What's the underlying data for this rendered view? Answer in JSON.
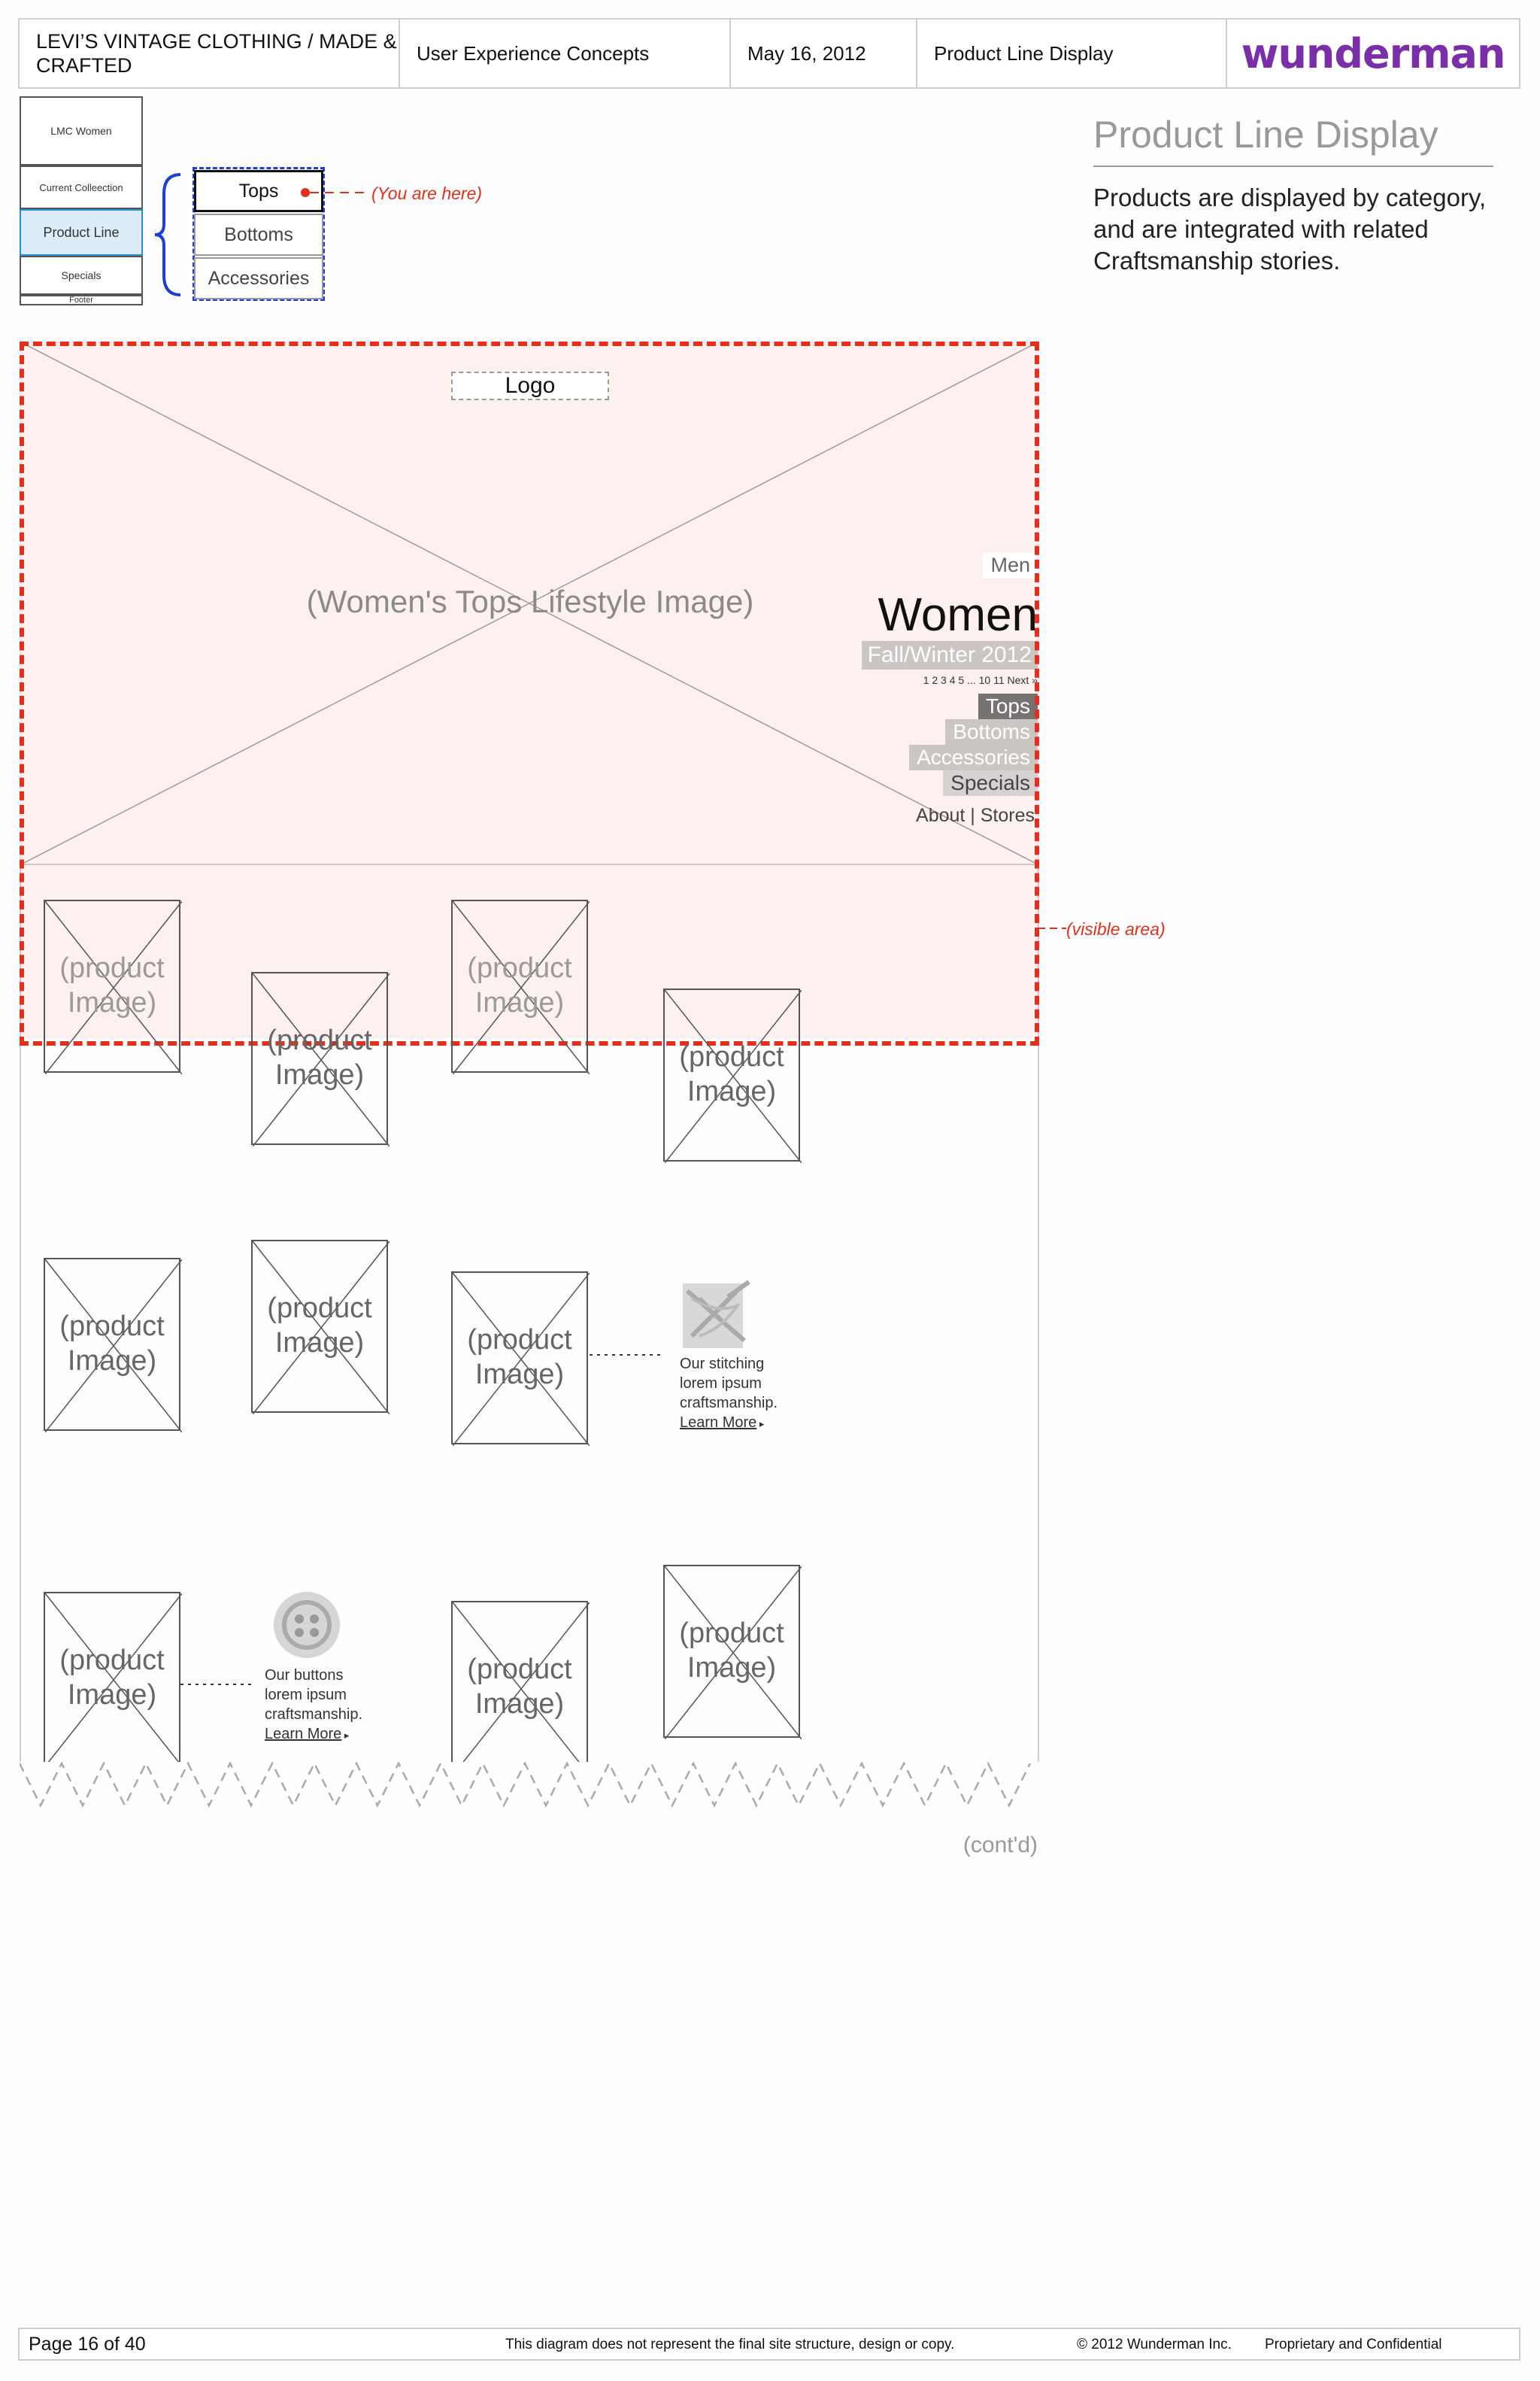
{
  "header": {
    "client": "LEVI’S VINTAGE CLOTHING / MADE & CRAFTED",
    "project": "User Experience Concepts",
    "date": "May 16, 2012",
    "page_title": "Product Line Display",
    "agency": "wunderman"
  },
  "sitemap": {
    "items": [
      "LMC Women",
      "Current Colleection",
      "Product Line",
      "Specials",
      "Footer"
    ],
    "sub_items": [
      "Tops",
      "Bottoms",
      "Accessories"
    ],
    "you_are_here": "(You are here)"
  },
  "description": {
    "title": "Product Line Display",
    "body": "Products are displayed by category, and are integrated with related Craftsmanship stories."
  },
  "hero": {
    "logo": "Logo",
    "image_label": "(Women's Tops Lifestyle Image)",
    "nav": {
      "men": "Men",
      "women": "Women",
      "season": "Fall/Winter 2012",
      "pagination": "1  2  3  4  5  ... 10  11  Next »",
      "tops": "Tops",
      "bottoms": "Bottoms",
      "accessories": "Accessories",
      "specials": "Specials",
      "about_stores": "About | Stores"
    },
    "visible_area": "(visible area)"
  },
  "products": {
    "label": "(product Image)"
  },
  "stories": [
    {
      "text": "Our stitching lorem ipsum craftsmanship.",
      "link": "Learn More"
    },
    {
      "text": "Our buttons lorem ipsum craftsmanship.",
      "link": "Learn More"
    }
  ],
  "contd": "(cont'd)",
  "footer": {
    "page": "Page 16 of 40",
    "disclaimer": "This diagram does not represent the final site structure, design or copy.",
    "copyright": "© 2012 Wunderman Inc.",
    "confidential": "Proprietary and Confidential"
  },
  "colors": {
    "accent_red": "#e2301c",
    "brand_purple": "#7a2fa8",
    "selection_blue": "#1f3fd0",
    "hero_fill": "#fdf1ef"
  }
}
